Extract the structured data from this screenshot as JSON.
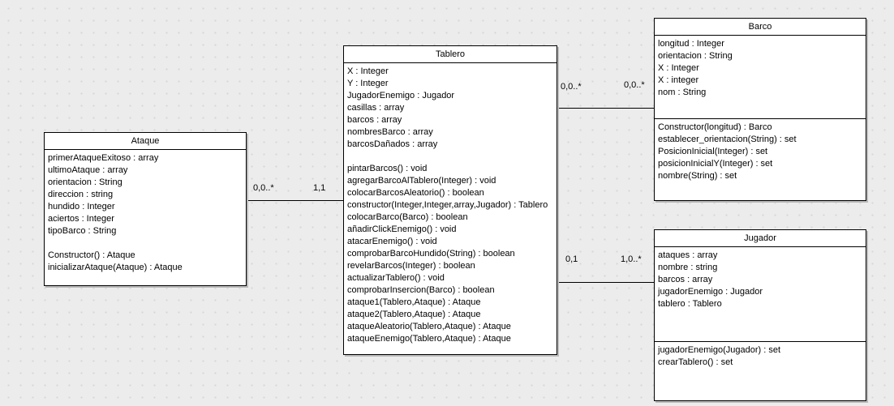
{
  "diagram": {
    "classes": [
      {
        "name": "Ataque",
        "attributes": [
          "primerAtaqueExitoso : array",
          "ultimoAtaque : array",
          "orientacion : String",
          "direccion : string",
          "hundido : Integer",
          "aciertos : Integer",
          "tipoBarco : String"
        ],
        "methods": [
          "Constructor() : Ataque",
          "inicializarAtaque(Ataque) : Ataque"
        ]
      },
      {
        "name": "Tablero",
        "attributes": [
          "X : Integer",
          "Y : Integer",
          "JugadorEnemigo : Jugador",
          "casillas : array",
          "barcos : array",
          "nombresBarco : array",
          "barcosDañados : array"
        ],
        "methods": [
          "pintarBarcos() : void",
          "agregarBarcoAlTablero(Integer) : void",
          "colocarBarcosAleatorio() : boolean",
          "constructor(Integer,Integer,array,Jugador) : Tablero",
          "colocarBarco(Barco) : boolean",
          "añadirClickEnemigo() : void",
          "atacarEnemigo() : void",
          "comprobarBarcoHundido(String) : boolean",
          "revelarBarcos(Integer) : boolean",
          "actualizarTablero() : void",
          "comprobarInsercion(Barco) : boolean",
          "ataque1(Tablero,Ataque) : Ataque",
          "ataque2(Tablero,Ataque) : Ataque",
          "ataqueAleatorio(Tablero,Ataque) : Ataque",
          "ataqueEnemigo(Tablero,Ataque) : Ataque"
        ]
      },
      {
        "name": "Barco",
        "attributes": [
          "longitud : Integer",
          "orientacion : String",
          "X : Integer",
          "X : integer",
          "nom : String"
        ],
        "methods": [
          "Constructor(longitud) : Barco",
          "establecer_orientacion(String) : set",
          "PosicionInicial(Integer) : set",
          "posicionInicialY(Integer) : set",
          "nombre(String) : set"
        ]
      },
      {
        "name": "Jugador",
        "attributes": [
          "ataques : array",
          "nombre : string",
          "barcos : array",
          "jugadorEnemigo : Jugador",
          "tablero : Tablero"
        ],
        "methods": [
          "jugadorEnemigo(Jugador) : set",
          "crearTablero() : set"
        ]
      }
    ],
    "associations": [
      {
        "from": "Ataque",
        "to": "Tablero",
        "from_label": "0,0..*",
        "to_label": "1,1"
      },
      {
        "from": "Tablero",
        "to": "Barco",
        "from_label": "0,0..*",
        "to_label": "0,0..*"
      },
      {
        "from": "Tablero",
        "to": "Jugador",
        "from_label": "0,1",
        "to_label": "1,0..*"
      }
    ],
    "colors": {
      "canvas_bg": "#ececec",
      "canvas_dot": "#d6d6d6",
      "box_fill": "#ffffff",
      "box_border": "#000000",
      "box_shadow": "#b9b9b9",
      "line": "#000000",
      "text": "#000000"
    }
  }
}
